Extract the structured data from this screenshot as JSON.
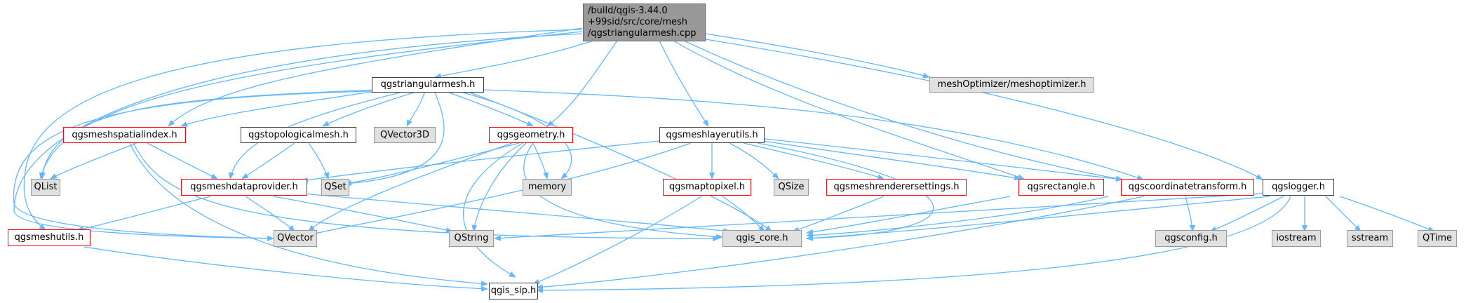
{
  "nodes": {
    "root": {
      "lines": [
        "/build/qgis-3.44.0",
        "+99sid/src/core/mesh",
        "/qgstriangularmesh.cpp"
      ]
    },
    "qgstriangularmesh": "qgstriangularmesh.h",
    "meshoptimizer": "meshOptimizer/meshoptimizer.h",
    "qgsmeshspatialindex": "qgsmeshspatialindex.h",
    "qgstopologicalmesh": "qgstopologicalmesh.h",
    "qvector3d": "QVector3D",
    "qgsgeometry": "qgsgeometry.h",
    "qgsmeshlayerutils": "qgsmeshlayerutils.h",
    "qlist": "QList",
    "qgsmeshdataprovider": "qgsmeshdataprovider.h",
    "qset": "QSet",
    "memory": "memory",
    "qgsmaptopixel": "qgsmaptopixel.h",
    "qsize": "QSize",
    "qgsmeshrenderersettings": "qgsmeshrenderersettings.h",
    "qgsrectangle": "qgsrectangle.h",
    "qgscoordinatetransform": "qgscoordinatetransform.h",
    "qgslogger": "qgslogger.h",
    "qgsmeshutils": "qgsmeshutils.h",
    "qvector": "QVector",
    "qstring": "QString",
    "qgis_core": "qgis_core.h",
    "qgsconfig": "qgsconfig.h",
    "iostream": "iostream",
    "sstream": "sstream",
    "qtime": "QTime",
    "qgis_sip": "qgis_sip.h"
  },
  "colors": {
    "edge": "#63b8ff",
    "root_fill": "#999999",
    "missing_fill": "#e0e0e0",
    "incomplete_border": "#ff0000"
  }
}
